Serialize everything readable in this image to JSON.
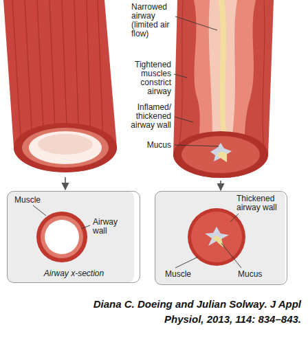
{
  "diagram": {
    "caption": "Diana C. Doeing and Julian Solway. J Appl Physiol, 2013, 114: 834–843.",
    "nodes": [
      {
        "text": [
          "Muscle",
          "Airway wall",
          "Airway x-section"
        ]
      },
      {
        "text": [
          "Thickened airway wall",
          "Muscle",
          "Mucus"
        ]
      }
    ],
    "labels": [
      "Narrowed airway (limited air flow)",
      "Tightened muscles constrict airway",
      "Inflamed/ thickened airway wall",
      "Mucus"
    ]
  }
}
